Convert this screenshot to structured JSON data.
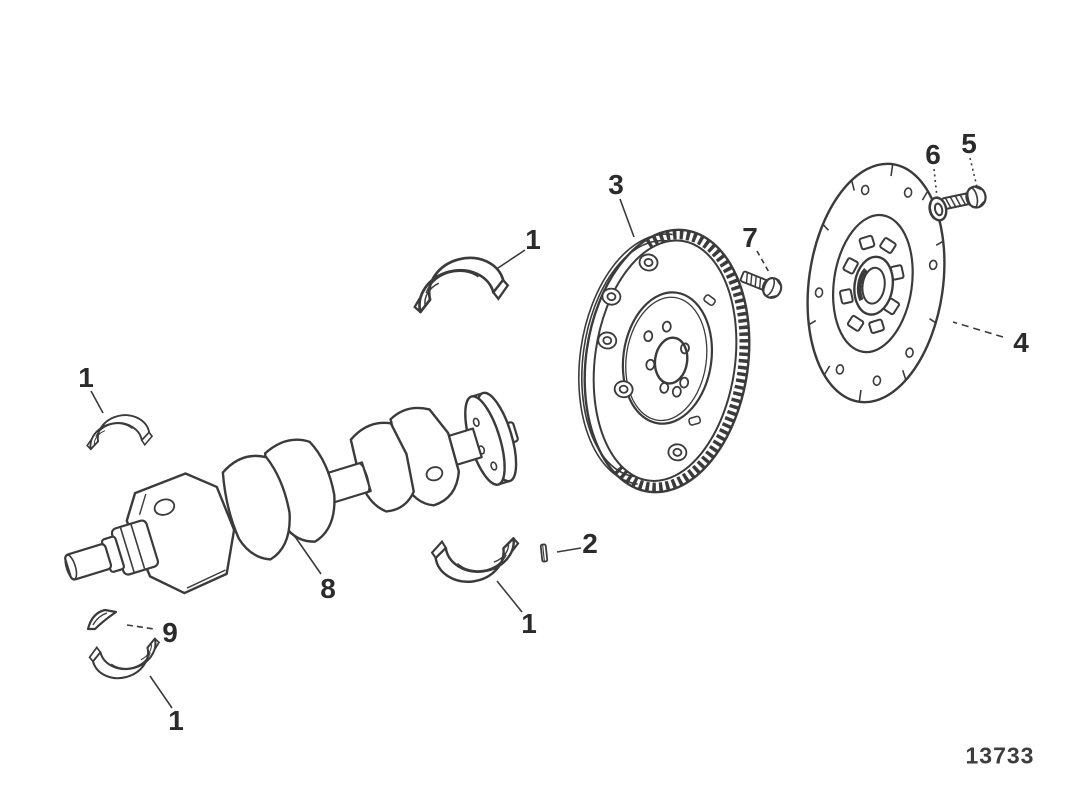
{
  "figure": {
    "drawing_number": "13733"
  },
  "colors": {
    "background": "#ffffff",
    "line": "#3b3b3b",
    "label_text": "#2b2b2b",
    "drawing_number_text": "#3d3d3d"
  },
  "callouts": [
    {
      "label": "1",
      "part": "main-bearing-shell-upper-center"
    },
    {
      "label": "1",
      "part": "main-bearing-shell-upper-left"
    },
    {
      "label": "1",
      "part": "main-bearing-shell-lower-center"
    },
    {
      "label": "1",
      "part": "main-bearing-shell-lower-left"
    },
    {
      "label": "2",
      "part": "dowel-pin"
    },
    {
      "label": "3",
      "part": "flywheel-flexplate"
    },
    {
      "label": "4",
      "part": "drive-plate"
    },
    {
      "label": "5",
      "part": "bolt"
    },
    {
      "label": "6",
      "part": "washer"
    },
    {
      "label": "7",
      "part": "bolt"
    },
    {
      "label": "8",
      "part": "crankshaft"
    },
    {
      "label": "9",
      "part": "key"
    }
  ]
}
